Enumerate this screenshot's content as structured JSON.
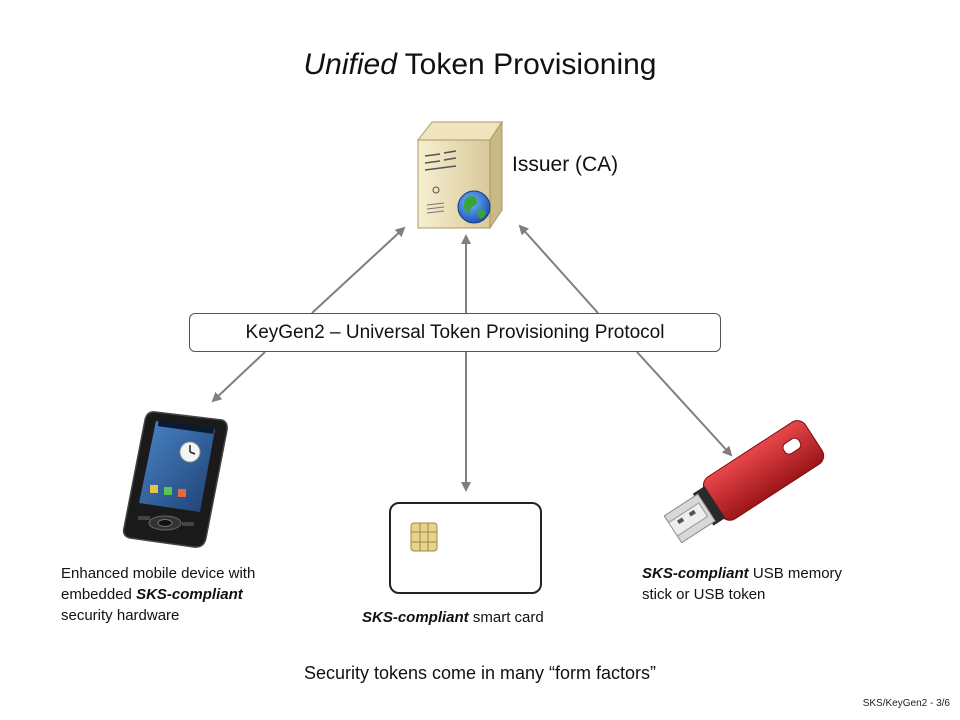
{
  "title": {
    "italic": "Unified",
    "rest": " Token Provisioning"
  },
  "issuer": {
    "label": "Issuer (CA)",
    "icon": "server-with-globe-icon"
  },
  "protocol": {
    "label": "KeyGen2 – Universal Token Provisioning Protocol"
  },
  "devices": {
    "mobile": {
      "icon": "mobile-phone-icon",
      "line1": "Enhanced mobile device with",
      "line2_pre": "embedded ",
      "line2_bold": "SKS-compliant",
      "line3": "security hardware"
    },
    "card": {
      "icon": "smart-card-icon",
      "bold": "SKS-compliant",
      "rest": " smart card"
    },
    "usb": {
      "icon": "usb-stick-icon",
      "line1_bold": "SKS-compliant",
      "line1_rest": " USB memory",
      "line2": "stick or USB token"
    }
  },
  "footer": "Security tokens come in many “form factors”",
  "page_number": "SKS/KeyGen2 - 3/6",
  "colors": {
    "arrow": "#7f7f7f",
    "usb_body": "#c8262a",
    "chip": "#e8d38a",
    "box_border": "#555555"
  }
}
